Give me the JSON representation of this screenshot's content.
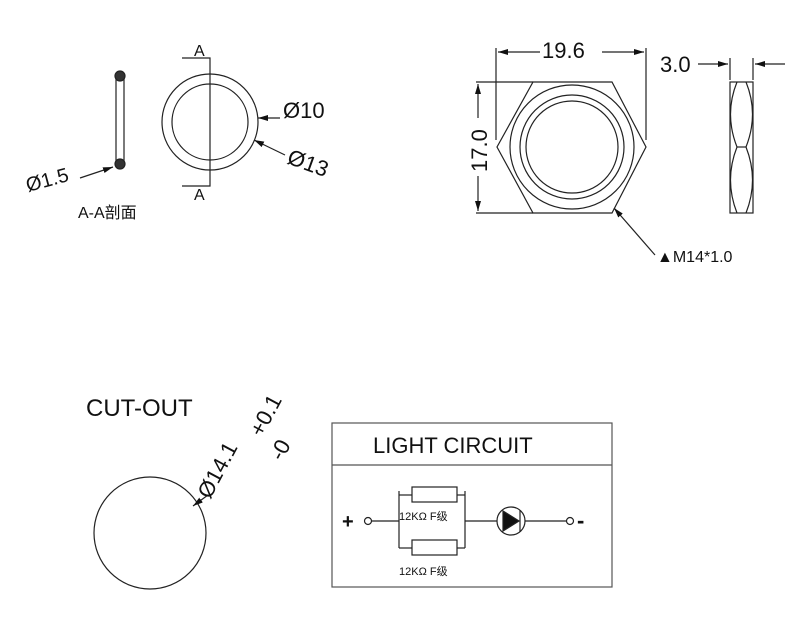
{
  "oring": {
    "section_label_top": "A",
    "section_label_bottom": "A",
    "dim_inner": "Ø10",
    "dim_outer": "Ø13",
    "dim_cross": "Ø1.5",
    "section_caption": "A-A剖面"
  },
  "nut": {
    "width": "19.6",
    "height": "17.0",
    "thickness": "3.0",
    "thread": "▲M14*1.0"
  },
  "cutout": {
    "title": "CUT-OUT",
    "diameter": "Ø14.1",
    "tol_plus": "+0.1",
    "tol_minus": "-0"
  },
  "circuit": {
    "title": "LIGHT CIRCUIT",
    "plus": "+",
    "minus": "-",
    "resistor1": "12KΩ F级",
    "resistor2": "12KΩ F级"
  }
}
